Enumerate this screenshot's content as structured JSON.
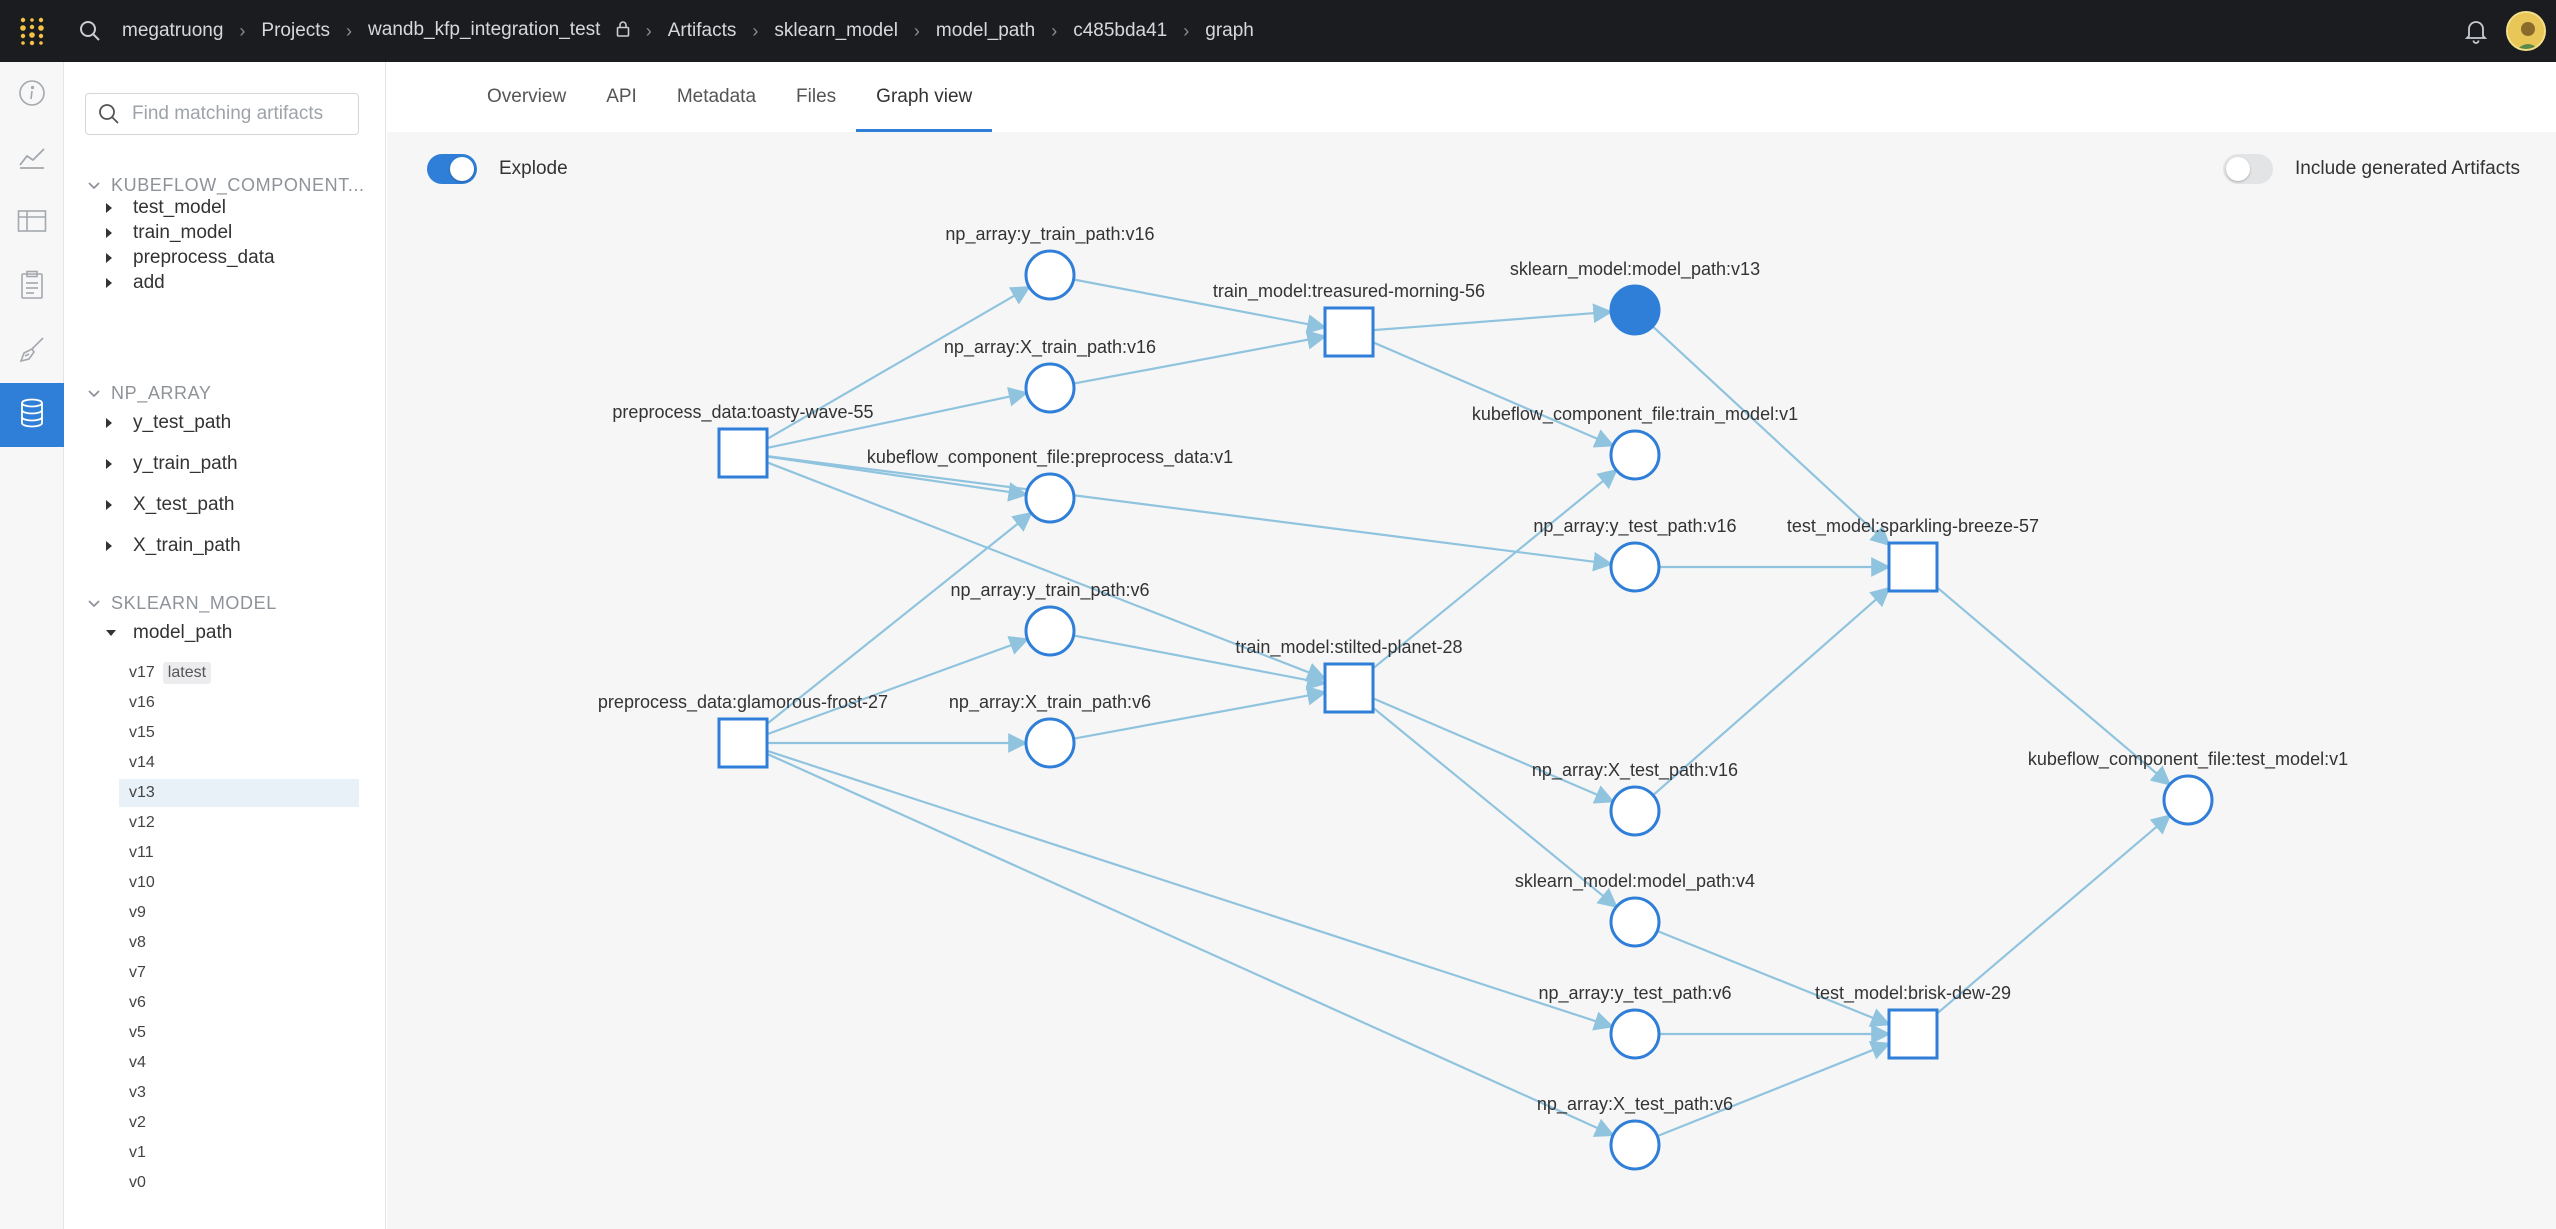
{
  "topbar": {
    "breadcrumbs": [
      "megatruong",
      "Projects",
      "wandb_kfp_integration_test",
      "Artifacts",
      "sklearn_model",
      "model_path",
      "c485bda41",
      "graph"
    ],
    "icons": [
      "wandb-logo-icon",
      "search-icon",
      "lock-icon",
      "bell-icon",
      "avatar"
    ]
  },
  "rail": {
    "items": [
      "info-icon",
      "chart-icon",
      "table-icon",
      "clipboard-icon",
      "broom-icon",
      "database-icon"
    ],
    "active": "database-icon"
  },
  "sidebar": {
    "search_placeholder": "Find matching artifacts",
    "groups": [
      {
        "label": "KUBEFLOW_COMPONENT...",
        "items": [
          "test_model",
          "train_model",
          "preprocess_data",
          "add"
        ]
      },
      {
        "label": "NP_ARRAY",
        "items": [
          "y_test_path",
          "y_train_path",
          "X_test_path",
          "X_train_path"
        ]
      },
      {
        "label": "SKLEARN_MODEL",
        "items": [
          "model_path"
        ]
      }
    ],
    "versions": [
      "v17",
      "v16",
      "v15",
      "v14",
      "v13",
      "v12",
      "v11",
      "v10",
      "v9",
      "v8",
      "v7",
      "v6",
      "v5",
      "v4",
      "v3",
      "v2",
      "v1",
      "v0"
    ],
    "latest_badge": "latest",
    "selected_version": "v13"
  },
  "tabs": [
    "Overview",
    "API",
    "Metadata",
    "Files",
    "Graph view"
  ],
  "active_tab": "Graph view",
  "controls": {
    "explode_label": "Explode",
    "explode_on": true,
    "include_generated_label": "Include generated Artifacts",
    "include_generated_on": false
  },
  "colors": {
    "accent": "#2f7ed8",
    "edge": "#90c4de",
    "node_stroke": "#2f7ed8"
  },
  "graph": {
    "nodes": [
      {
        "id": "pp_toasty",
        "label": "preprocess_data:toasty-wave-55",
        "shape": "square"
      },
      {
        "id": "pp_glam",
        "label": "preprocess_data:glamorous-frost-27",
        "shape": "square"
      },
      {
        "id": "ytr16",
        "label": "np_array:y_train_path:v16",
        "shape": "circle"
      },
      {
        "id": "xtr16",
        "label": "np_array:X_train_path:v16",
        "shape": "circle"
      },
      {
        "id": "kf_pp",
        "label": "kubeflow_component_file:preprocess_data:v1",
        "shape": "circle"
      },
      {
        "id": "ytr6",
        "label": "np_array:y_train_path:v6",
        "shape": "circle"
      },
      {
        "id": "xtr6",
        "label": "np_array:X_train_path:v6",
        "shape": "circle"
      },
      {
        "id": "tm_treas",
        "label": "train_model:treasured-morning-56",
        "shape": "square"
      },
      {
        "id": "tm_stilt",
        "label": "train_model:stilted-planet-28",
        "shape": "square"
      },
      {
        "id": "sk13",
        "label": "sklearn_model:model_path:v13",
        "shape": "circle",
        "filled": true
      },
      {
        "id": "kf_tm",
        "label": "kubeflow_component_file:train_model:v1",
        "shape": "circle"
      },
      {
        "id": "yte16",
        "label": "np_array:y_test_path:v16",
        "shape": "circle"
      },
      {
        "id": "xte16",
        "label": "np_array:X_test_path:v16",
        "shape": "circle"
      },
      {
        "id": "sk4",
        "label": "sklearn_model:model_path:v4",
        "shape": "circle"
      },
      {
        "id": "yte6",
        "label": "np_array:y_test_path:v6",
        "shape": "circle"
      },
      {
        "id": "xte6",
        "label": "np_array:X_test_path:v6",
        "shape": "circle"
      },
      {
        "id": "te_spark",
        "label": "test_model:sparkling-breeze-57",
        "shape": "square"
      },
      {
        "id": "te_brisk",
        "label": "test_model:brisk-dew-29",
        "shape": "square"
      },
      {
        "id": "kf_te",
        "label": "kubeflow_component_file:test_model:v1",
        "shape": "circle"
      }
    ],
    "edges": [
      [
        "pp_toasty",
        "ytr16"
      ],
      [
        "pp_toasty",
        "xtr16"
      ],
      [
        "pp_toasty",
        "kf_pp"
      ],
      [
        "pp_toasty",
        "yte16"
      ],
      [
        "pp_toasty",
        "tm_stilt"
      ],
      [
        "pp_glam",
        "kf_pp"
      ],
      [
        "pp_glam",
        "ytr6"
      ],
      [
        "pp_glam",
        "xtr6"
      ],
      [
        "pp_glam",
        "yte6"
      ],
      [
        "pp_glam",
        "xte6"
      ],
      [
        "ytr16",
        "tm_treas"
      ],
      [
        "xtr16",
        "tm_treas"
      ],
      [
        "ytr6",
        "tm_stilt"
      ],
      [
        "xtr6",
        "tm_stilt"
      ],
      [
        "tm_treas",
        "sk13"
      ],
      [
        "tm_treas",
        "kf_tm"
      ],
      [
        "tm_stilt",
        "kf_tm"
      ],
      [
        "tm_stilt",
        "xte16"
      ],
      [
        "tm_stilt",
        "sk4"
      ],
      [
        "sk13",
        "te_spark"
      ],
      [
        "yte16",
        "te_spark"
      ],
      [
        "xte16",
        "te_spark"
      ],
      [
        "sk4",
        "te_brisk"
      ],
      [
        "yte6",
        "te_brisk"
      ],
      [
        "xte6",
        "te_brisk"
      ],
      [
        "te_spark",
        "kf_te"
      ],
      [
        "te_brisk",
        "kf_te"
      ]
    ]
  }
}
